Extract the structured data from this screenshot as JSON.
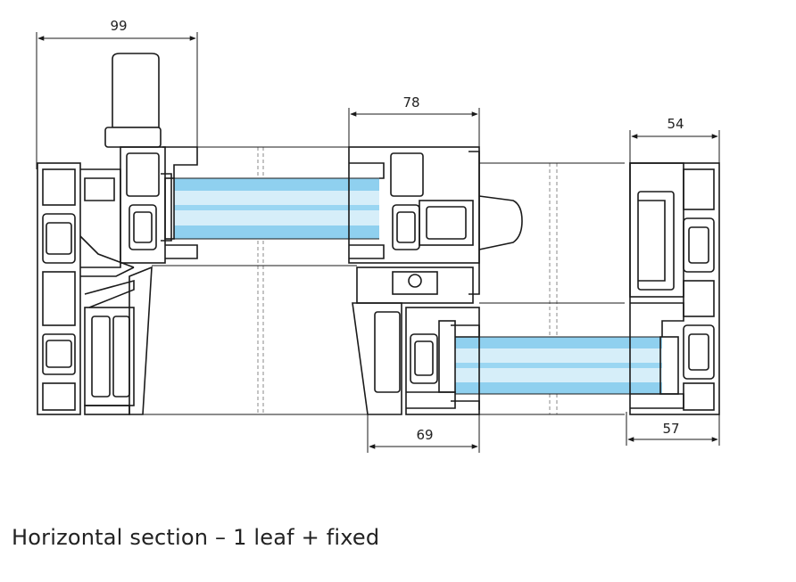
{
  "diagram": {
    "caption": "Horizontal section – 1 leaf + fixed",
    "dimensions": {
      "left_handle": "99",
      "leaf_profile": "78",
      "fixed_top": "54",
      "leaf_bottom": "69",
      "fixed_bottom": "57"
    },
    "colors": {
      "line": "#1a1a1a",
      "glass": "#8fd0ef",
      "glass_light": "#d6eef9",
      "dash": "#888888"
    }
  }
}
